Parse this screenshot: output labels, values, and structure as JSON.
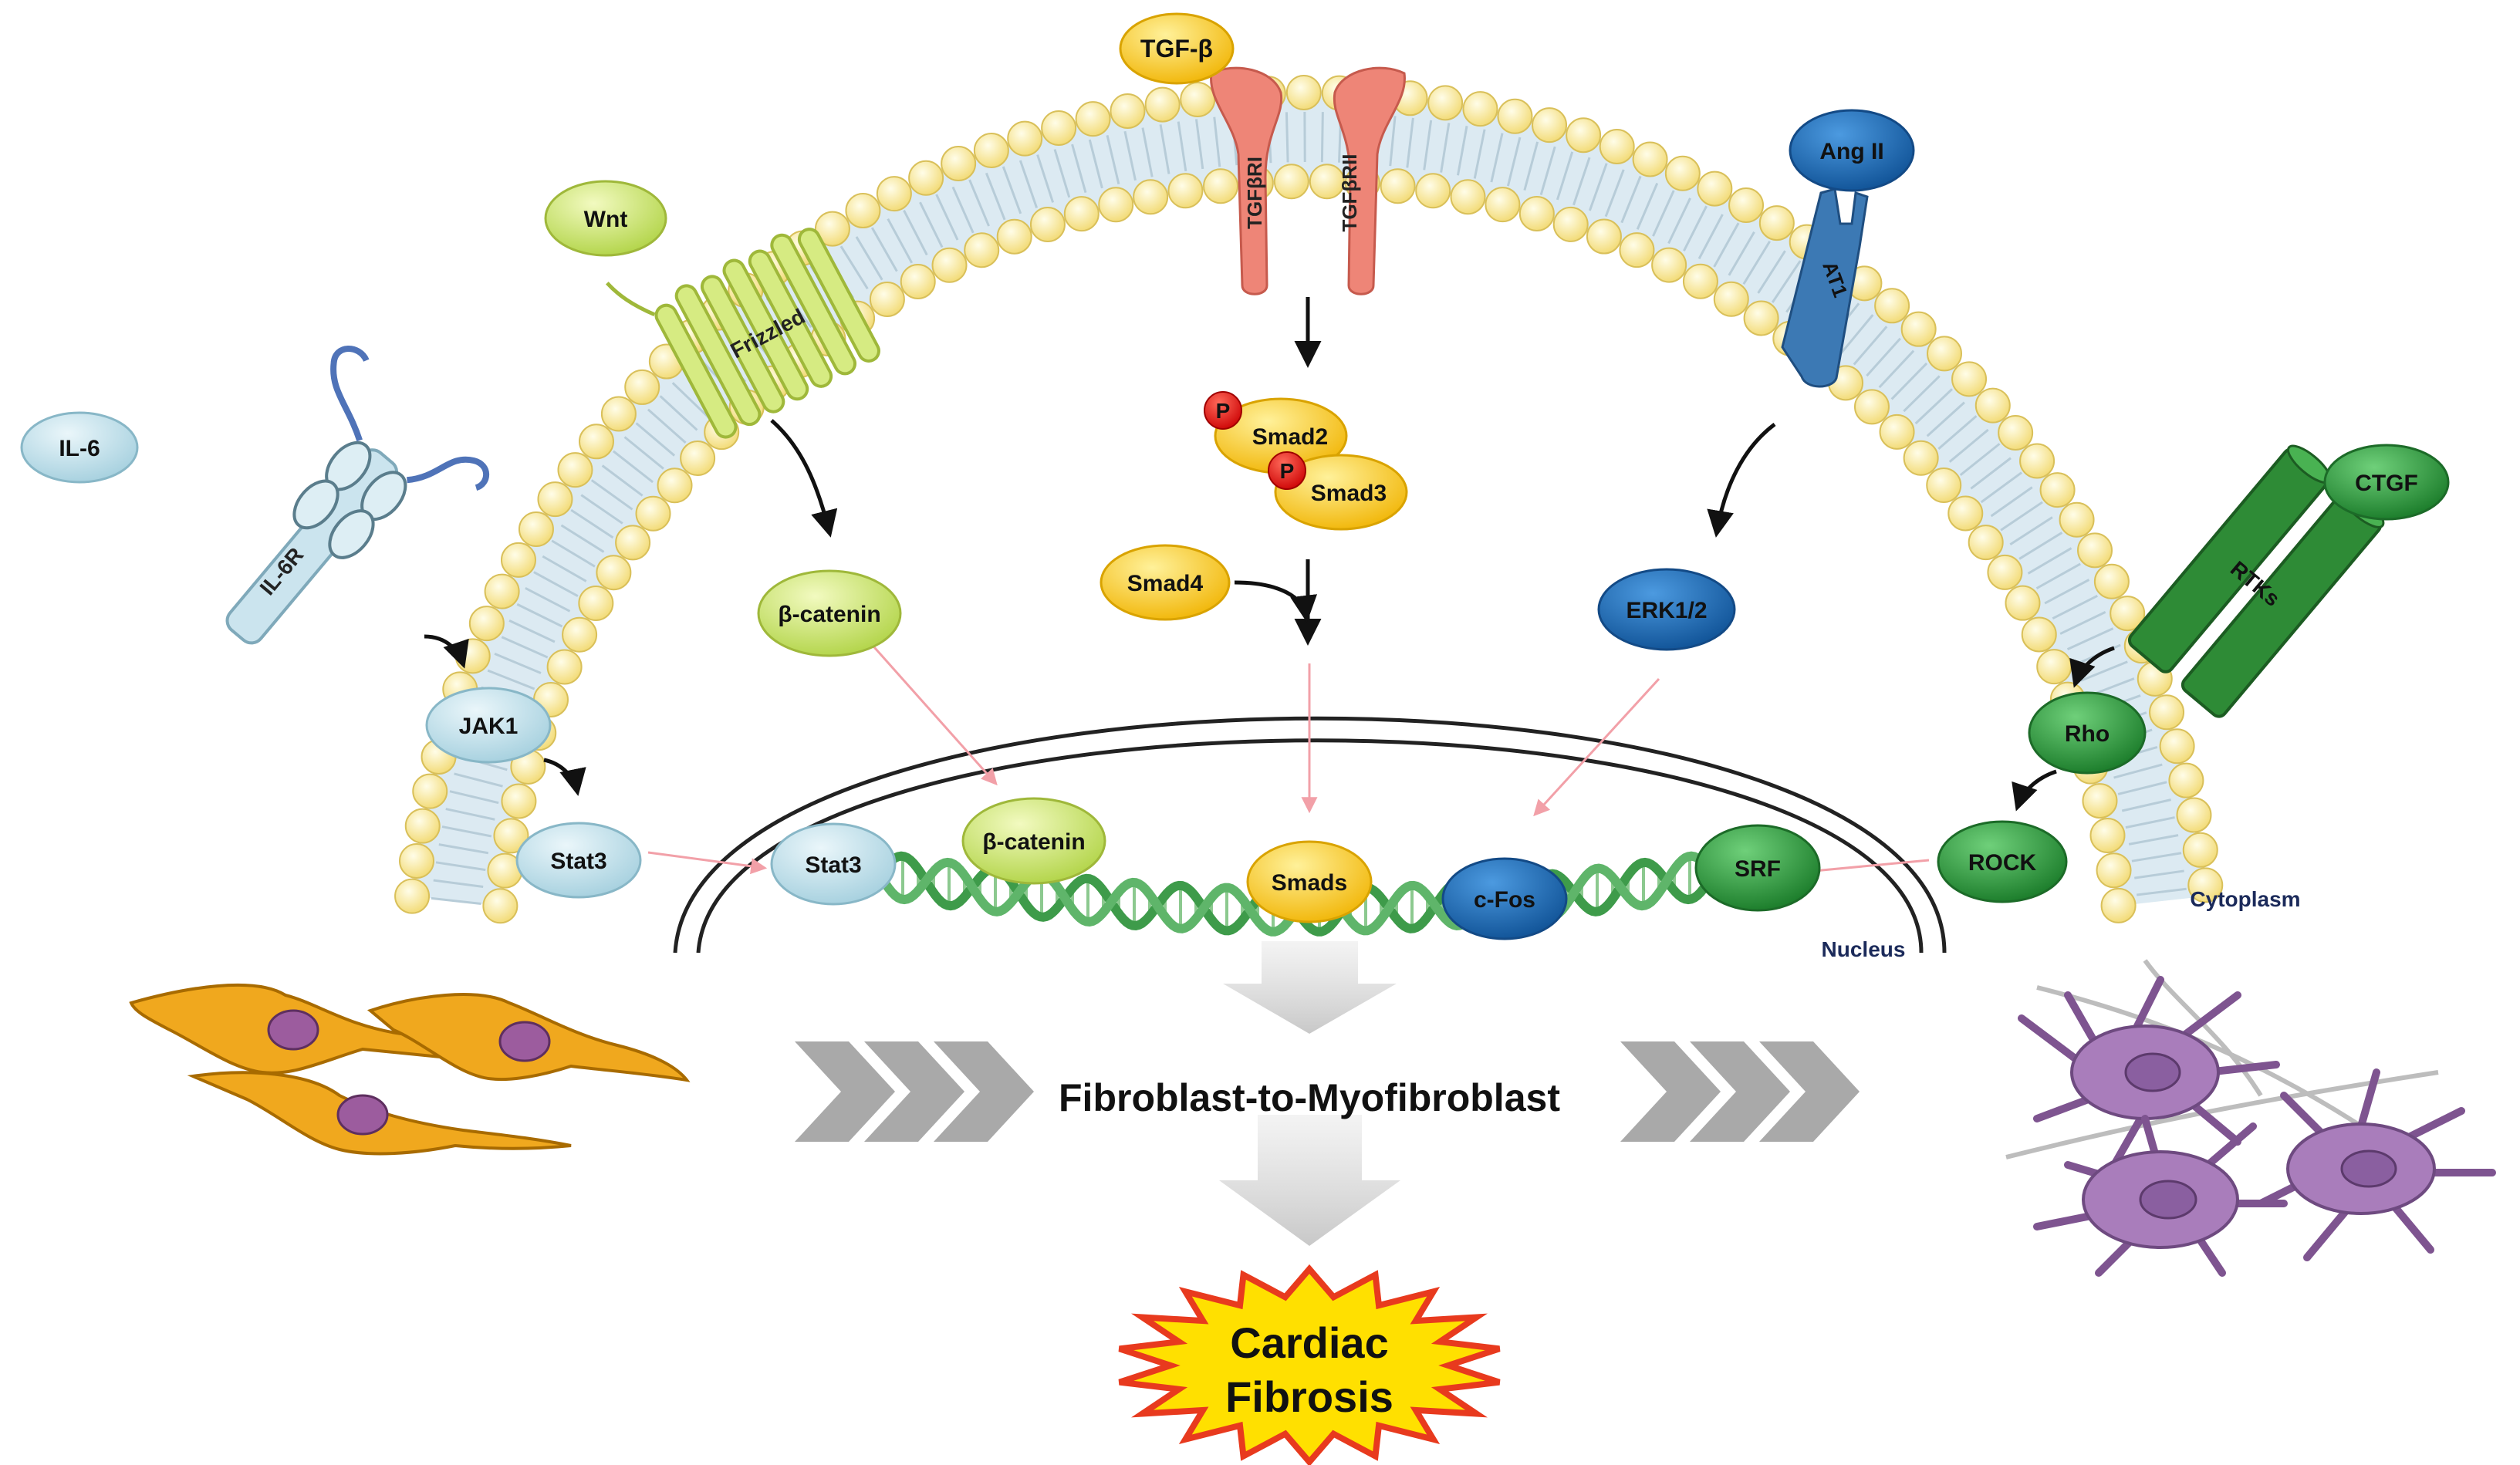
{
  "ligands": {
    "tgfb": "TGF-β",
    "wnt": "Wnt",
    "il6": "IL-6",
    "ang2": "Ang II",
    "ctgf": "CTGF"
  },
  "receptors": {
    "tgfbr1": "TGFβRI",
    "tgfbr2": "TGFβRII",
    "frizzled": "Frizzled",
    "il6r": "IL-6R",
    "at1": "AT1",
    "rtks": "RTKs"
  },
  "cytoplasm_nodes": {
    "smad2": "Smad2",
    "smad3": "Smad3",
    "phospho": "P",
    "smad4": "Smad4",
    "beta_catenin": "β-catenin",
    "jak1": "JAK1",
    "stat3": "Stat3",
    "erk": "ERK1/2",
    "rho": "Rho",
    "rock": "ROCK"
  },
  "nuclear_nodes": {
    "stat3": "Stat3",
    "beta_catenin": "β-catenin",
    "smads": "Smads",
    "cfos": "c-Fos",
    "srf": "SRF"
  },
  "compartments": {
    "nucleus": "Nucleus",
    "cytoplasm": "Cytoplasm"
  },
  "process": {
    "transition": "Fibroblast-to-Myofibroblast",
    "outcome_line1": "Cardiac",
    "outcome_line2": "Fibrosis"
  },
  "colors": {
    "tgf_yellow": "#F5C518",
    "wnt_green": "#C8E06A",
    "il6_blue": "#BFDDE8",
    "ang_blue": "#1F6FB8",
    "ctgf_green": "#2E9A3E",
    "receptor_red": "#EE8577",
    "arrow_pink": "#F2A0A8",
    "membrane_head": "#FFF3A6",
    "fibroblast": "#F0A81E",
    "myofibroblast": "#A97DBB",
    "burst_red": "#E83A1E",
    "burst_yellow": "#FFE000"
  }
}
